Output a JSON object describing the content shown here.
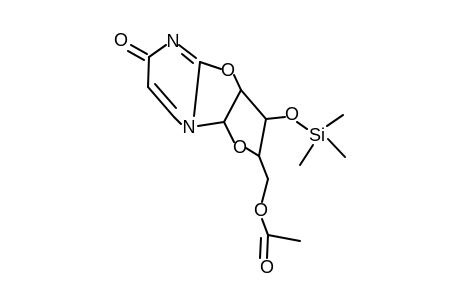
{
  "molecule": {
    "atoms": {
      "carbonyl_o": "O",
      "ring_n_top": "N",
      "oxazoline_o": "O",
      "ring_n_bridge": "N",
      "furanose_o": "O",
      "silyl_ether_o": "O",
      "si": "Si",
      "acetate_o": "O",
      "acetate_carbonyl_o": "O"
    }
  }
}
